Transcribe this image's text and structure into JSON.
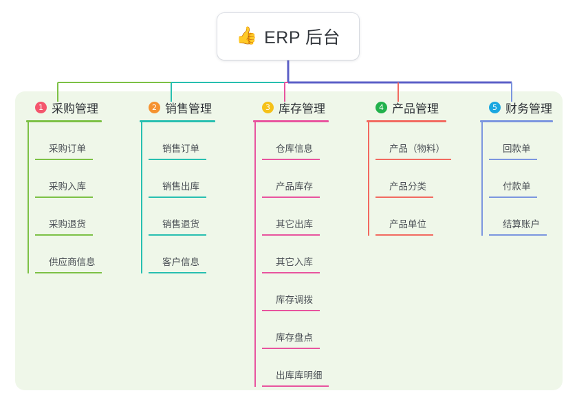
{
  "diagram": {
    "type": "mindmap-tree",
    "root": {
      "icon": "thumbs-up-icon",
      "icon_glyph": "👍",
      "title": "ERP 后台"
    },
    "trunk_color": "#5b5fc7",
    "panel_color": "#eff7e9",
    "branches": [
      {
        "index": "1",
        "title": "采购管理",
        "badge_color": "#f4566d",
        "line_color": "#7cc145",
        "items": [
          {
            "label": "采购订单",
            "rule_width": 84
          },
          {
            "label": "采购入库",
            "rule_width": 84
          },
          {
            "label": "采购退货",
            "rule_width": 84
          },
          {
            "label": "供应商信息",
            "rule_width": 97
          }
        ]
      },
      {
        "index": "2",
        "title": "销售管理",
        "badge_color": "#f59331",
        "line_color": "#27bfb0",
        "items": [
          {
            "label": "销售订单",
            "rule_width": 84
          },
          {
            "label": "销售出库",
            "rule_width": 84
          },
          {
            "label": "销售退货",
            "rule_width": 84
          },
          {
            "label": "客户信息",
            "rule_width": 84
          }
        ]
      },
      {
        "index": "3",
        "title": "库存管理",
        "badge_color": "#f5c119",
        "line_color": "#e8539e",
        "items": [
          {
            "label": "仓库信息",
            "rule_width": 84
          },
          {
            "label": "产品库存",
            "rule_width": 84
          },
          {
            "label": "其它出库",
            "rule_width": 84
          },
          {
            "label": "其它入库",
            "rule_width": 84
          },
          {
            "label": "库存调拨",
            "rule_width": 84
          },
          {
            "label": "库存盘点",
            "rule_width": 84
          },
          {
            "label": "出库库明细",
            "rule_width": 97
          }
        ]
      },
      {
        "index": "4",
        "title": "产品管理",
        "badge_color": "#22b14c",
        "line_color": "#f2695f",
        "items": [
          {
            "label": "产品（物料）",
            "rule_width": 110
          },
          {
            "label": "产品分类",
            "rule_width": 84
          },
          {
            "label": "产品单位",
            "rule_width": 84
          }
        ]
      },
      {
        "index": "5",
        "title": "财务管理",
        "badge_color": "#1ba7e0",
        "line_color": "#7b95df",
        "items": [
          {
            "label": "回款单",
            "rule_width": 70
          },
          {
            "label": "付款单",
            "rule_width": 70
          },
          {
            "label": "结算账户",
            "rule_width": 84
          }
        ]
      }
    ]
  }
}
